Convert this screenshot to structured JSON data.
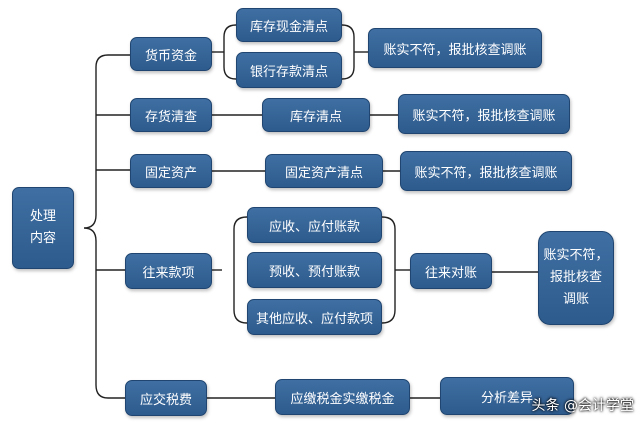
{
  "root": "处理\n内容",
  "categories": {
    "cash": "货币资金",
    "inventory": "存货清查",
    "fixed_assets": "固定资产",
    "accounts": "往来款项",
    "taxes": "应交税费"
  },
  "details": {
    "cash_count": "库存现金清点",
    "bank_count": "银行存款清点",
    "inventory_count": "库存清点",
    "fixed_assets_count": "固定资产清点",
    "receivable_payable": "应收、应付账款",
    "prepaid_advance": "预收、预付账款",
    "other_receivable_payable": "其他应收、应付款项",
    "tax_compare": "应缴税金实缴税金"
  },
  "outcomes": {
    "cash_result": "账实不符，报批核查调账",
    "inventory_result": "账实不符，报批核查调账",
    "fixed_assets_result": "账实不符，报批核查调账",
    "reconcile": "往来对账",
    "accounts_result": "账实不符，\n报批核查\n调账",
    "tax_result": "分析差异"
  },
  "watermark": "头条 @会计学堂"
}
